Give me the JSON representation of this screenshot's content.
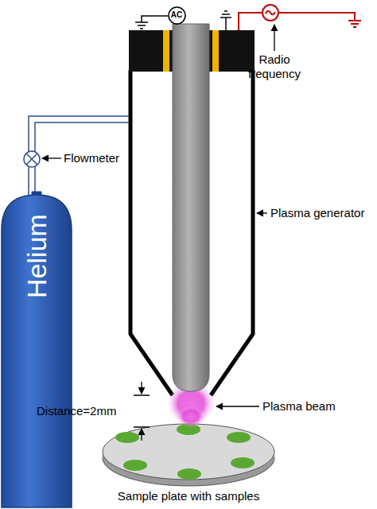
{
  "diagram": {
    "nodes": [
      {
        "text": [
          "AC"
        ]
      },
      {
        "text": [
          "Helium"
        ]
      }
    ],
    "labels": [
      "Radio frequency",
      "Flowmeter",
      "Plasma generator",
      "Distance=2mm",
      "Plasma beam",
      "Sample plate with samples"
    ]
  }
}
